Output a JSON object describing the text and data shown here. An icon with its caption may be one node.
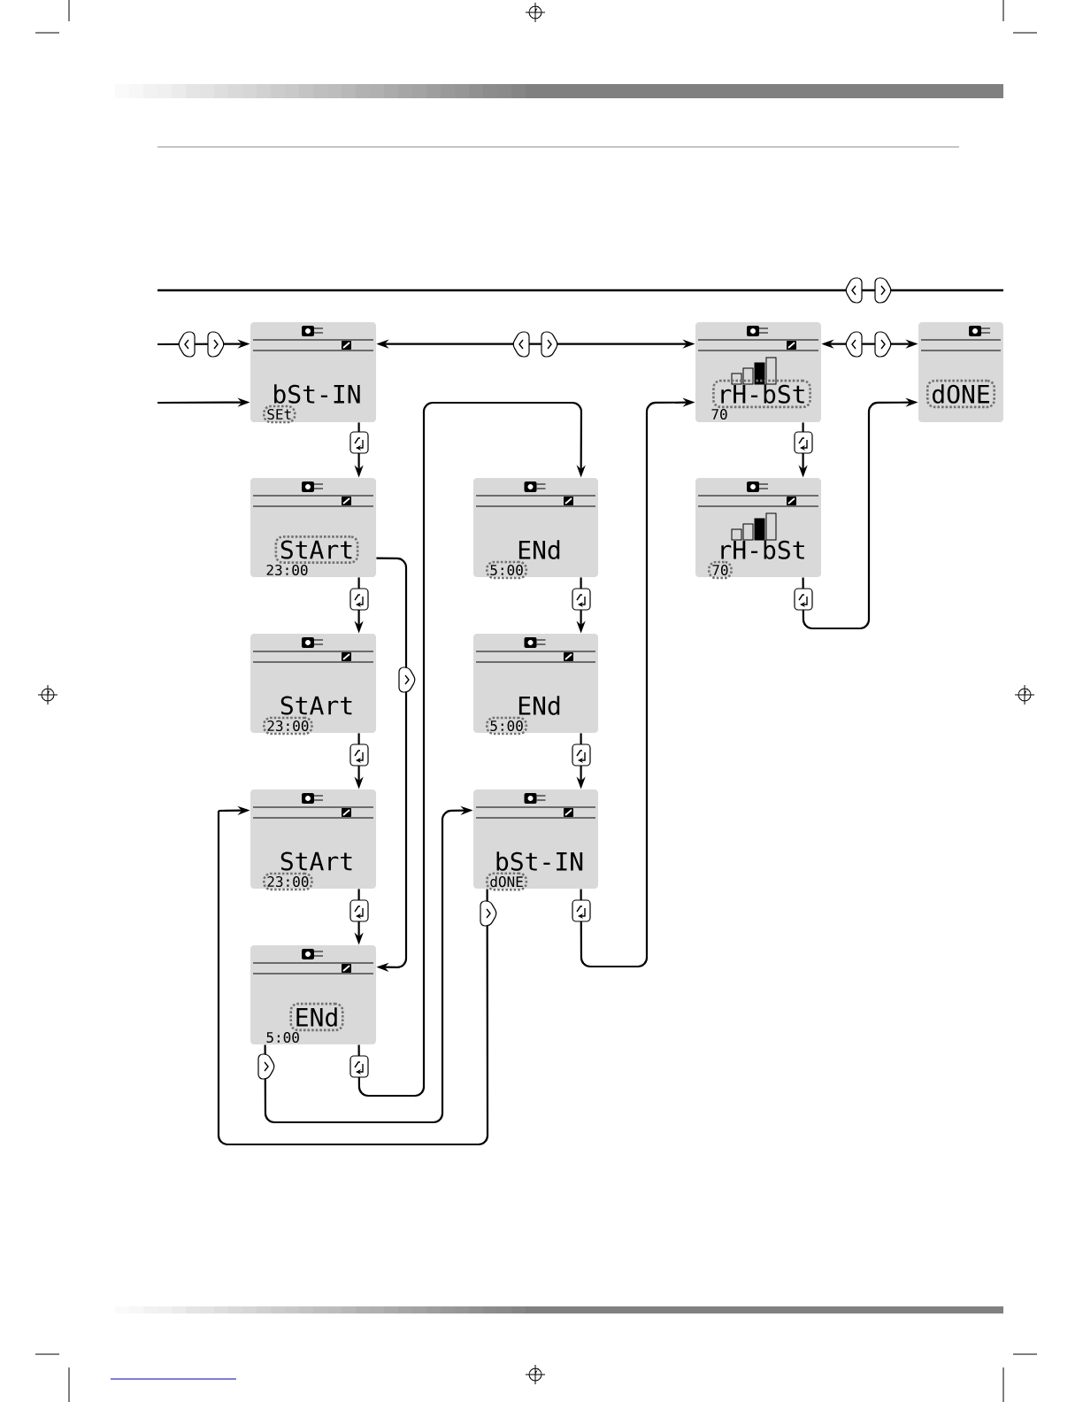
{
  "diagram": {
    "nodes": [
      {
        "text": [
          "bSt-IN",
          "SEt"
        ]
      },
      {
        "text": [
          "StArt",
          "23:00"
        ]
      },
      {
        "text": [
          "StArt",
          "23:00"
        ]
      },
      {
        "text": [
          "StArt",
          "23:00"
        ]
      },
      {
        "text": [
          "ENd",
          "5:00"
        ]
      },
      {
        "text": [
          "ENd",
          "5:00"
        ]
      },
      {
        "text": [
          "ENd",
          "5:00"
        ]
      },
      {
        "text": [
          "bSt-IN",
          "dONE"
        ]
      },
      {
        "text": [
          "rH-bSt",
          "70"
        ]
      },
      {
        "text": [
          "rH-bSt",
          "70"
        ]
      },
      {
        "text": [
          "dONE"
        ]
      }
    ],
    "edges": [
      {
        "from": null,
        "to": 0,
        "arrow": "to"
      },
      {
        "from": null,
        "to": 0,
        "arrow": "to"
      },
      {
        "from": 0,
        "to": 8,
        "arrow": "both"
      },
      {
        "from": 8,
        "to": 10,
        "arrow": "both"
      },
      {
        "from": 0,
        "to": 1,
        "arrow": "to"
      },
      {
        "from": 1,
        "to": 2,
        "arrow": "to"
      },
      {
        "from": 2,
        "to": 3,
        "arrow": "to"
      },
      {
        "from": 3,
        "to": 4,
        "arrow": "to"
      },
      {
        "from": 1,
        "to": 4,
        "arrow": "to"
      },
      {
        "from": 4,
        "to": 5,
        "arrow": "to"
      },
      {
        "from": 4,
        "to": 7,
        "arrow": "to"
      },
      {
        "from": 7,
        "to": 3,
        "arrow": "to"
      },
      {
        "from": 5,
        "to": 6,
        "arrow": "to"
      },
      {
        "from": 6,
        "to": 7,
        "arrow": "to"
      },
      {
        "from": 7,
        "to": 8,
        "arrow": "to"
      },
      {
        "from": 8,
        "to": 9,
        "arrow": "to"
      },
      {
        "from": 9,
        "to": 10,
        "arrow": "to"
      }
    ]
  }
}
